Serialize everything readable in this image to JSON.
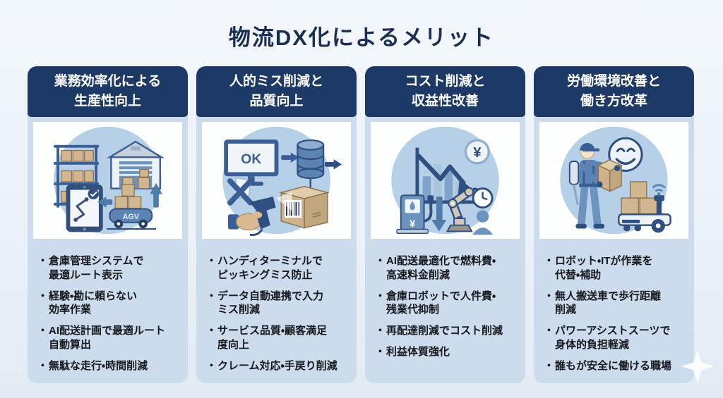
{
  "page": {
    "title": "物流DX化によるメリット"
  },
  "colors": {
    "page_bg": "#edf3f9",
    "card_bg": "#cddcec",
    "header_bg": "#1d3a66",
    "title_color": "#1b2e52",
    "circle_bg": "#b5d0e7",
    "bullet_color": "#16181d"
  },
  "cards": [
    {
      "header_line1": "業務効率化による",
      "header_line2": "生産性向上",
      "illustration": {
        "name": "warehouse-shelf-tablet-agv",
        "agv_label": "AGV"
      },
      "bullets": [
        "倉庫管理システムで\n最適ルート表示",
        "経験・勘に頼らない\n効率作業",
        "AI配送計画で最適ルート\n自動算出",
        "無駄な走行・時間削減"
      ]
    },
    {
      "header_line1": "人的ミス削減と",
      "header_line2": "品質向上",
      "illustration": {
        "name": "barcode-scanner-database",
        "ok_label": "OK"
      },
      "bullets": [
        "ハンディターミナルで\nピッキングミス防止",
        "データ自動連携で入力\nミス削減",
        "サービス品質・顧客満足\n度向上",
        "クレーム対応・手戻り削減"
      ]
    },
    {
      "header_line1": "コスト削減と",
      "header_line2": "収益性改善",
      "illustration": {
        "name": "cost-down-chart-robot",
        "yen_coin_label": "¥",
        "yen_pump_label": "¥"
      },
      "bullets": [
        "AI配送最適化で燃料費・\n高速料金削減",
        "倉庫ロボットで人件費・\n残業代抑制",
        "再配達削減でコスト削減",
        "利益体質強化"
      ]
    },
    {
      "header_line1": "労働環境改善と",
      "header_line2": "働き方改革",
      "illustration": {
        "name": "worker-assist-robot-cart"
      },
      "bullets": [
        "ロボット・ITが作業を\n代替・補助",
        "無人搬送車で歩行距離\n削減",
        "パワーアシストスーツで\n身体的負担軽減",
        "誰もが安全に働ける職場"
      ]
    }
  ]
}
